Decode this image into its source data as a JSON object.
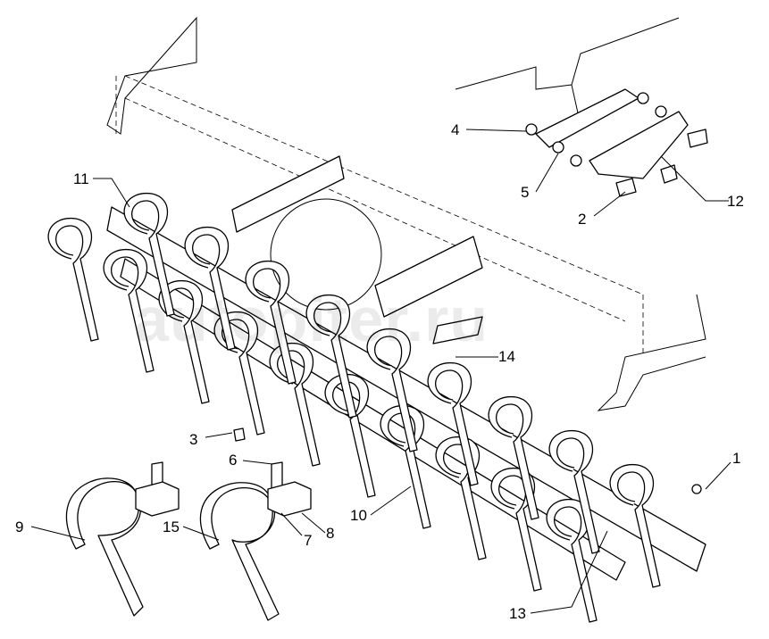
{
  "watermark": "autopiter.ru",
  "callouts": [
    {
      "id": "1",
      "text": "1"
    },
    {
      "id": "2",
      "text": "2"
    },
    {
      "id": "3",
      "text": "3"
    },
    {
      "id": "4",
      "text": "4"
    },
    {
      "id": "5",
      "text": "5"
    },
    {
      "id": "6",
      "text": "6"
    },
    {
      "id": "7",
      "text": "7"
    },
    {
      "id": "8",
      "text": "8"
    },
    {
      "id": "9",
      "text": "9"
    },
    {
      "id": "10",
      "text": "10"
    },
    {
      "id": "11",
      "text": "11"
    },
    {
      "id": "12",
      "text": "12"
    },
    {
      "id": "13",
      "text": "13"
    },
    {
      "id": "14",
      "text": "14"
    },
    {
      "id": "15",
      "text": "15"
    }
  ]
}
